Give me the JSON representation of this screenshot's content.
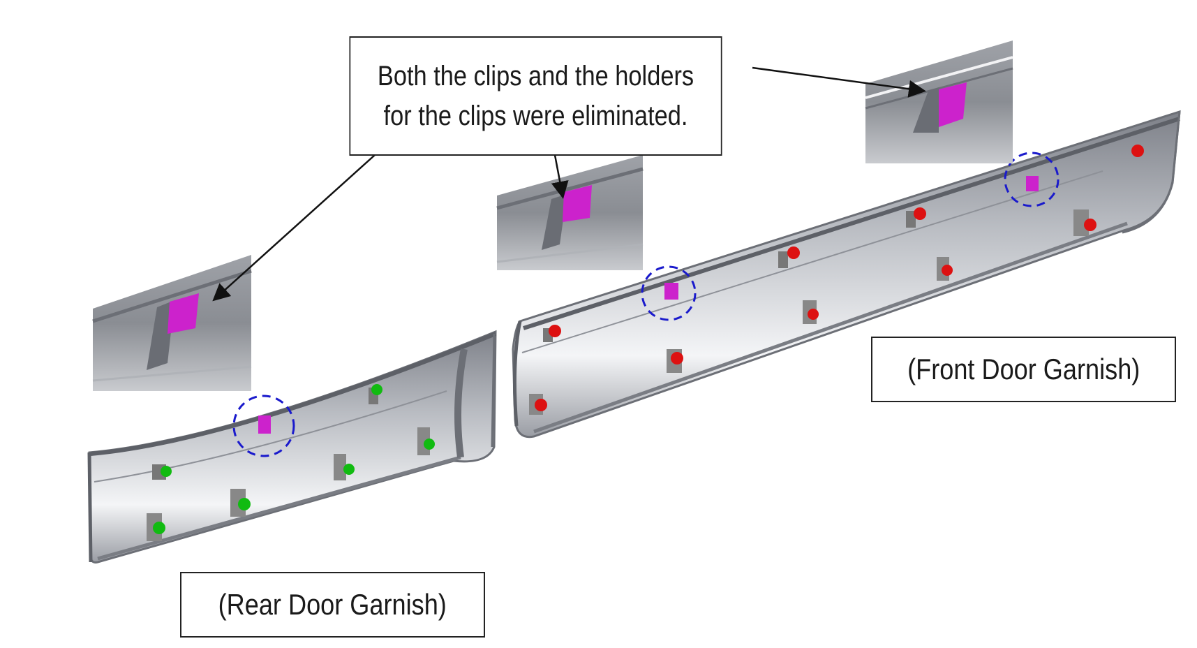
{
  "callout": {
    "line1": "Both the clips and the holders",
    "line2": "for the clips were eliminated."
  },
  "labels": {
    "front": "(Front Door Garnish)",
    "rear": "(Rear Door Garnish)"
  },
  "colors": {
    "eliminated_part": "#cc22cc",
    "front_clips": "#dd1111",
    "rear_clips": "#11bb11",
    "highlight_circle": "#1a1acc",
    "panel_gray": "#8a8d94"
  },
  "icons": [
    "dashed-circle-marker",
    "clip-icon",
    "arrow-pointer"
  ]
}
